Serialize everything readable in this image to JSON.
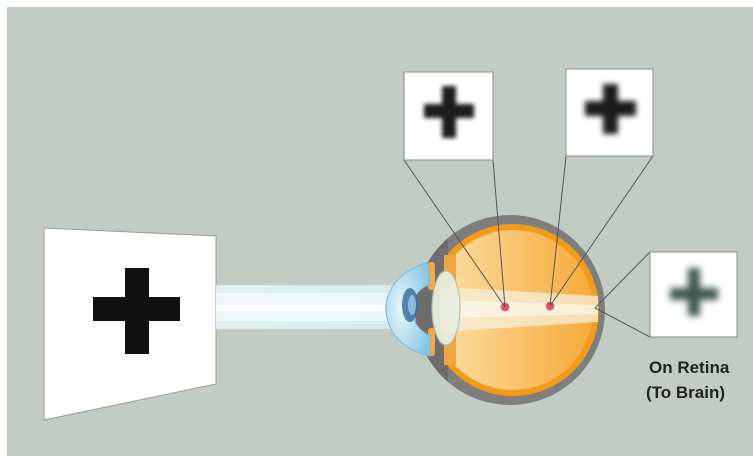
{
  "colors": {
    "background": "#c3ccc4",
    "panel_fill": "#ffffff",
    "panel_border": "#888888",
    "cross_sharp": "#111111",
    "cross_retina": "#3f5850",
    "focus_point": "#e8545c",
    "sclera": "#7e7e7e",
    "choroid": "#f29a1a",
    "vitreous": "#fbbd5a",
    "cornea": "#a9d9ee",
    "lens": "#e8eddc",
    "light_beam": "#e7f5f6"
  },
  "icons": {
    "object_cross": "plus-cross-sharp",
    "first_focus_cross": "plus-cross-slightly-blurred",
    "second_focus_cross": "plus-cross-blurred",
    "retina_cross": "plus-cross-very-blurred"
  },
  "labels": {
    "retina_line1": "On Retina",
    "retina_line2": "(To Brain)"
  }
}
